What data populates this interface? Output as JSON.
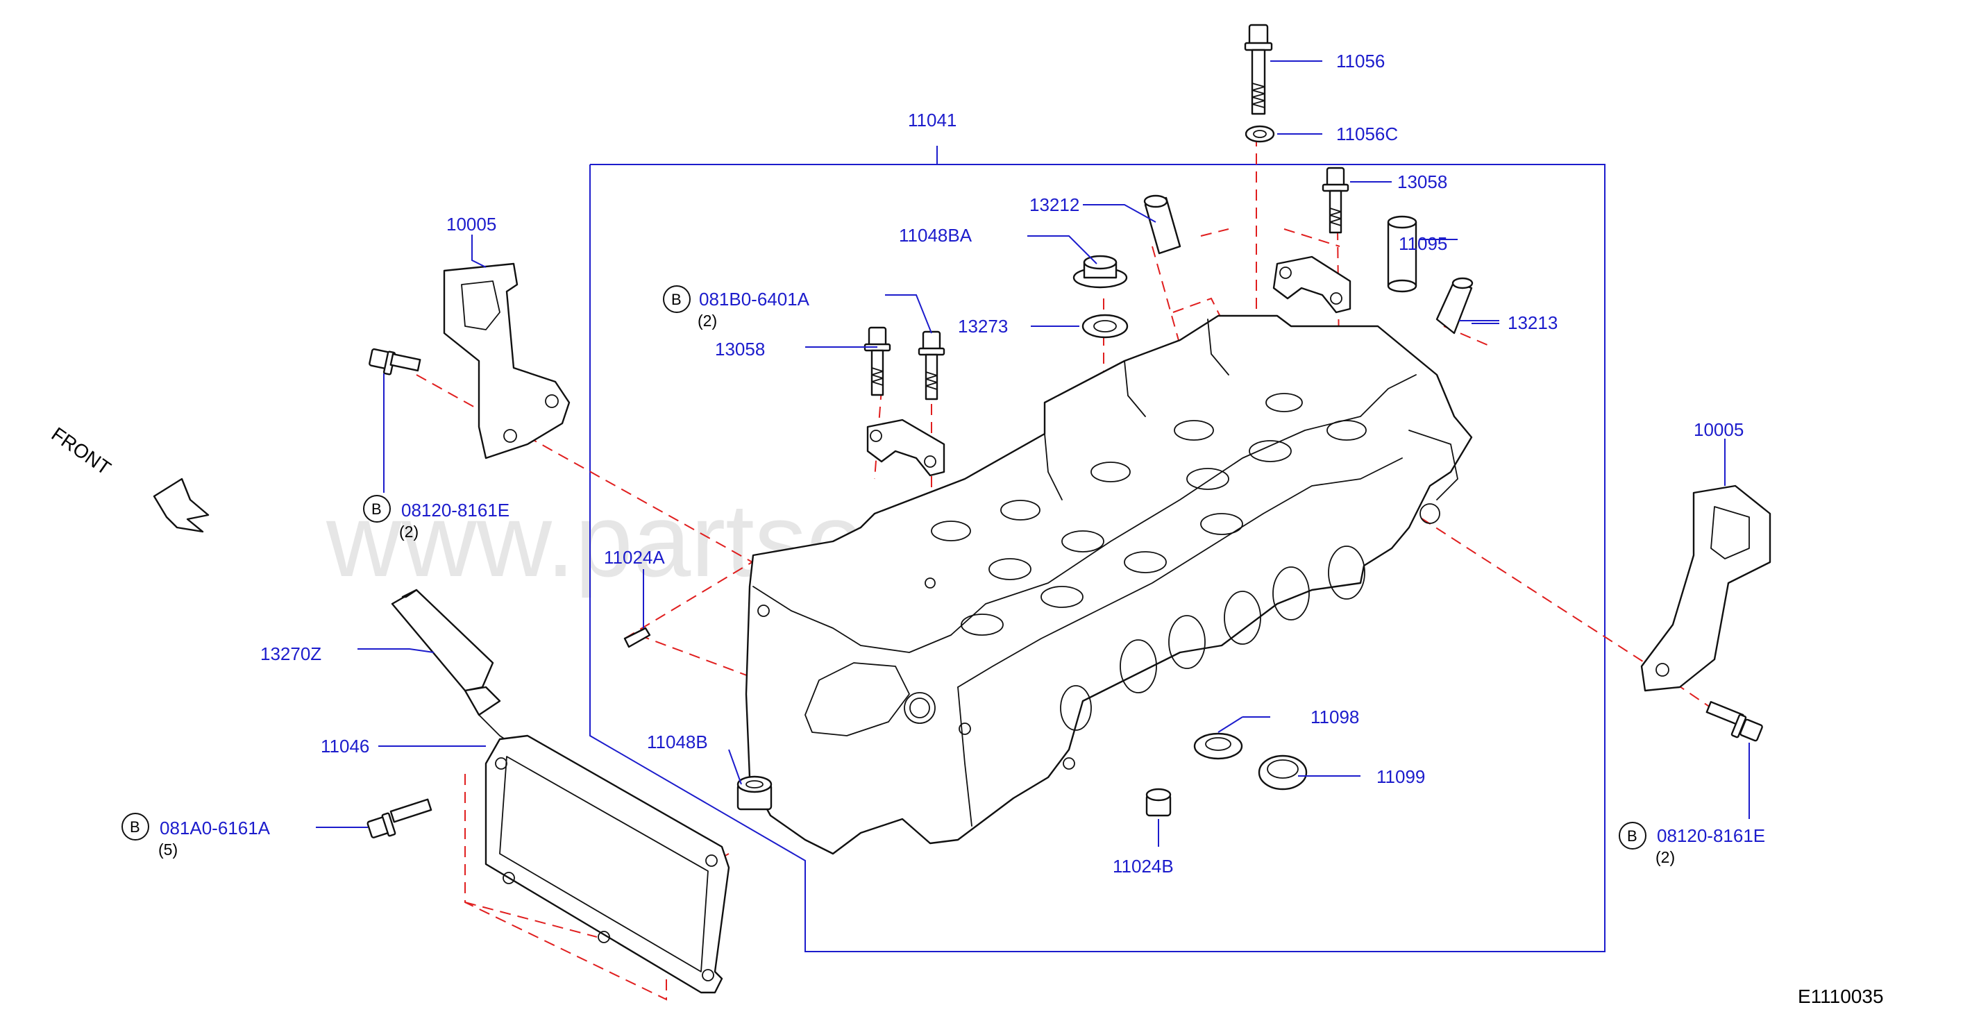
{
  "watermark": "www.partsouq.com",
  "front_label": "FRONT",
  "diagram_code": "E1110035",
  "badge_letter": "B",
  "parts": {
    "p11056": "11056",
    "p11056c": "11056C",
    "p11041": "11041",
    "p13058_top": "13058",
    "p10005_left": "10005",
    "p13212": "13212",
    "p11048ba": "11048BA",
    "p11095": "11095",
    "p081b0": "081B0-6401A",
    "p081b0_qty": "(2)",
    "p13273": "13273",
    "p13213": "13213",
    "p13058_left": "13058",
    "p10005_right": "10005",
    "p08120_left": "08120-8161E",
    "p08120_left_qty": "(2)",
    "p11024a": "11024A",
    "p13270z": "13270Z",
    "p11098": "11098",
    "p11046": "11046",
    "p11048b": "11048B",
    "p11099": "11099",
    "p081a0": "081A0-6161A",
    "p081a0_qty": "(5)",
    "p08120_right": "08120-8161E",
    "p08120_right_qty": "(2)",
    "p11024b": "11024B"
  }
}
